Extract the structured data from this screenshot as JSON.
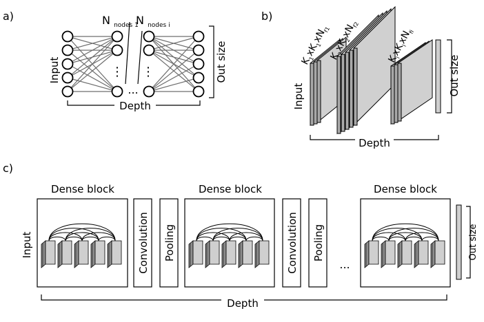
{
  "panel_a": {
    "label": "a)",
    "input_label": "Input",
    "hidden_first_label": "N",
    "hidden_first_sub": "nodes 1",
    "hidden_last_label": "N",
    "hidden_last_sub": "nodes i",
    "dots_vertical": "⋮",
    "dots_horizontal": "...",
    "out_label": "Out size",
    "depth_label": "Depth"
  },
  "panel_b": {
    "label": "b)",
    "input_label": "Input",
    "kernel1": "K",
    "kernel1_sub1": "1",
    "kernel1_sub2": "1",
    "kernel1_nf": "f1",
    "kernel2": "K",
    "kernel2_sub1": "2",
    "kernel2_sub2": "2",
    "kernel2_nf": "f2",
    "kernel3": "K",
    "kernel3_sub1": "i",
    "kernel3_sub2": "i",
    "kernel3_nf": "fi",
    "out_label": "Out size",
    "depth_label": "Depth"
  },
  "panel_c": {
    "label": "c)",
    "dense_block_label": "Dense block",
    "input_label": "Input",
    "convolution_label": "Convolution",
    "pooling_label": "Pooling",
    "dots": "...",
    "out_label": "Out size",
    "depth_label": "Depth"
  }
}
